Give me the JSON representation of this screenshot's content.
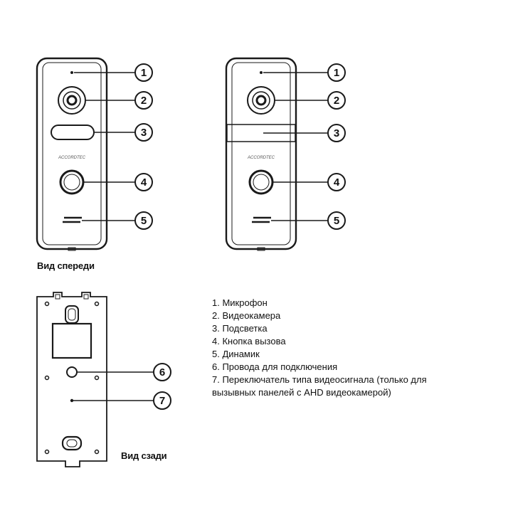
{
  "front_view": {
    "caption": "Вид спереди",
    "brand_text": "ACCORDTEC",
    "callouts": [
      "1",
      "2",
      "3",
      "4",
      "5"
    ]
  },
  "rear_view": {
    "caption": "Вид сзади",
    "callouts": [
      "6",
      "7"
    ]
  },
  "legend": {
    "items": [
      "1. Микрофон",
      "2. Видеокамера",
      "3. Подсветка",
      "4. Кнопка вызова",
      "5. Динамик",
      "6. Провода для подключения",
      "7. Переключатель типа  видеосигнала (только для",
      "вызывных панелей с  AHD  видеокамерой)"
    ]
  },
  "colors": {
    "line": "#1a1a1a",
    "panel_fill": "#ffffff",
    "background": "#ffffff"
  }
}
